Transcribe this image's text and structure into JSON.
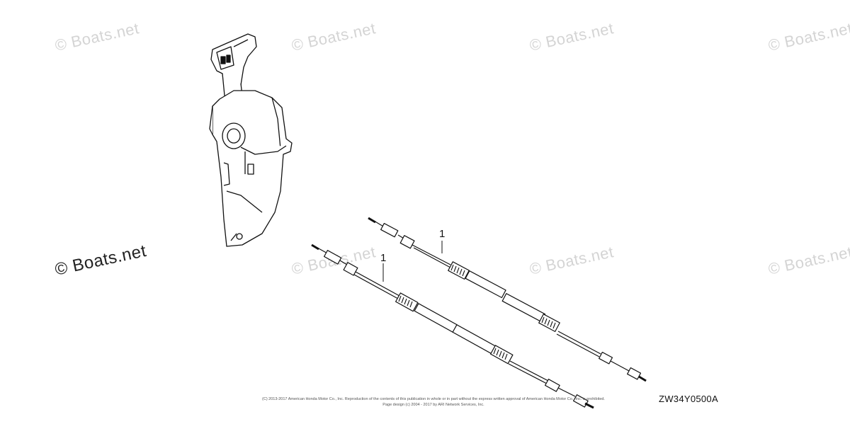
{
  "watermark": {
    "text": "© Boats.net"
  },
  "callouts": [
    {
      "id": "cable-upper",
      "label": "1"
    },
    {
      "id": "cable-lower",
      "label": "1"
    }
  ],
  "diagram_code": "ZW34Y0500A",
  "copyright": {
    "line1": "(C) 2013-2017 American Honda Motor Co., Inc. Reproduction of the contents of this publication in whole or in part without the express written approval of American Honda Motor Co., Inc. is prohibited.",
    "line2": "Page design (c) 2004 - 2017 by ARI Network Services, Inc."
  }
}
